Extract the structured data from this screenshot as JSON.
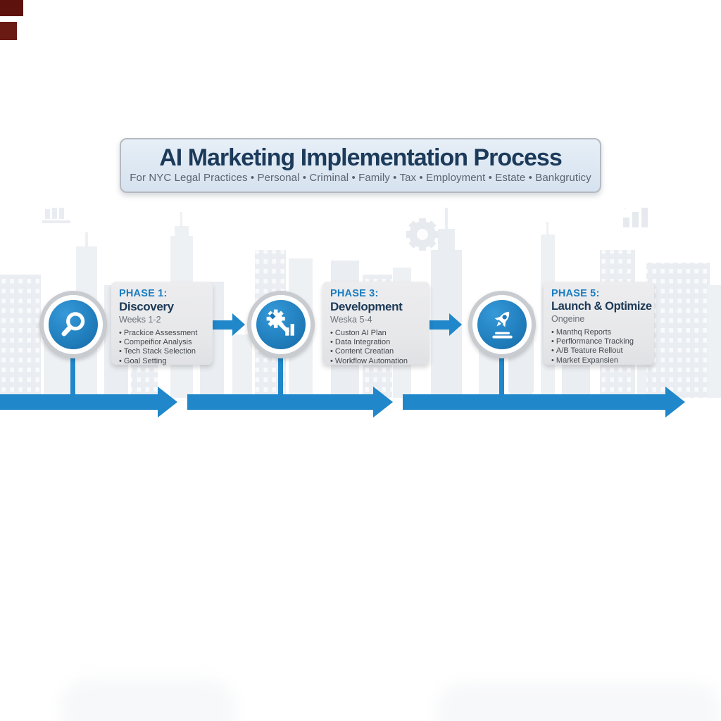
{
  "banner": {
    "title": "AI Marketing Implementation Process",
    "subtitle": "For NYC Legal Practices • Personal • Criminal • Family • Tax • Employment • Estate • Bankgruticy"
  },
  "phases": [
    {
      "label": "PHASE 1:",
      "title": "Discovery",
      "duration": "Weeks 1-2",
      "icon": "magnifier-icon",
      "bullets": [
        "Prackice Assessment",
        "Compeifior Analysis",
        "Tech Stack Selection",
        "Goal Setting"
      ]
    },
    {
      "label": "PHASE 3:",
      "title": "Development",
      "duration": "Weska 5-4",
      "icon": "gear-wrench-icon",
      "bullets": [
        "Custon AI Plan",
        "Data Integration",
        "Content Creatian",
        "Workflow Automation"
      ]
    },
    {
      "label": "PHASE 5:",
      "title": "Launch & Optimize",
      "duration": "Ongeine",
      "icon": "rocket-icon",
      "bullets": [
        "Manthq Reports",
        "Perflormance Tracking",
        "A/B Teature Rellout",
        "Market Expansien"
      ]
    }
  ],
  "colors": {
    "timeline_blue": "#1f87ca",
    "phase_label_blue": "#1a7dc0",
    "heading_navy": "#1d3a57",
    "node_blue": "#2280bf",
    "card_bg": "#e9eaec",
    "banner_bg": "#dce7f2",
    "corner_mark": "#5e120e",
    "skyline_gray": "#edf0f4"
  }
}
